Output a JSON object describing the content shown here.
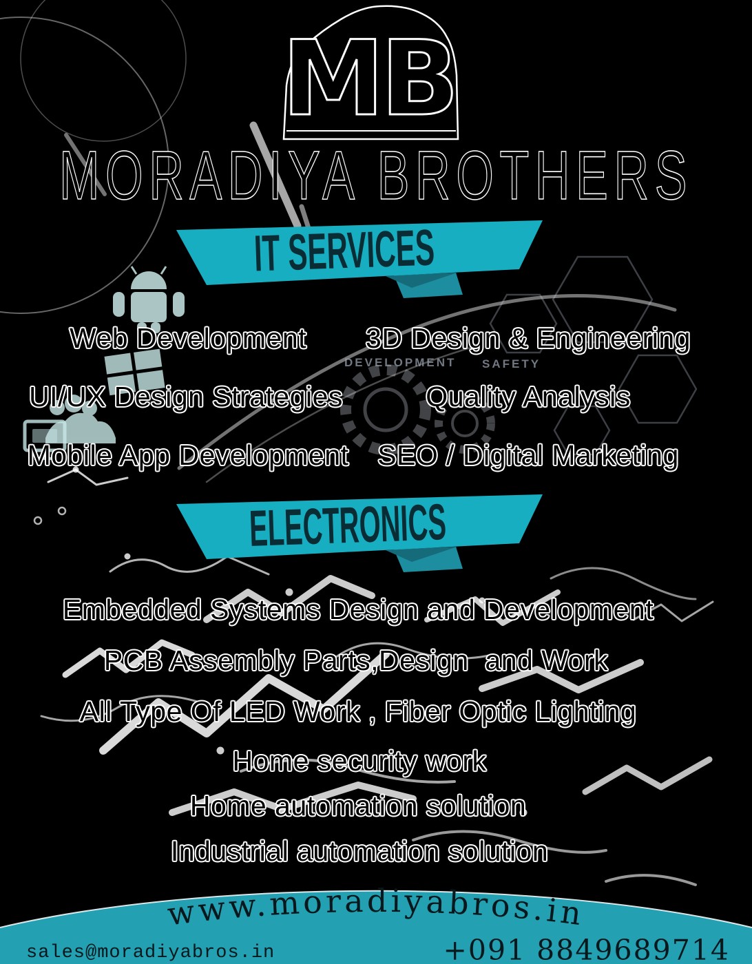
{
  "poster": {
    "logo": {
      "text": "MB"
    },
    "brand_name": "MORADIYA BROTHERS",
    "it_services": {
      "title": "IT SERVICES",
      "rows": [
        {
          "left": "Web Development",
          "right": "3D Design & Engineering"
        },
        {
          "left": "UI/UX Design Strategies",
          "right": "Quality Analysis"
        },
        {
          "left": "Mobile App Development",
          "right": "SEO / Digital Marketing"
        }
      ]
    },
    "electronics": {
      "title": "ELECTRONICS",
      "items": [
        "Embedded Systems Design and Development",
        "PCB Assembly Parts,Design  and Work",
        "All Type Of LED Work , Fiber Optic Lighting",
        "Home security work",
        "Home automation solution",
        "Industrial automation solution"
      ]
    },
    "footer": {
      "website": "www.moradiyabros.in",
      "email": "sales@moradiyabros.in",
      "phone": "+091 8849689714"
    },
    "background_words": {
      "word1": "DEVELOPMENT",
      "word2": "SAFETY"
    },
    "background_icon_names": [
      "android-icon",
      "windows-icon",
      "team-icon",
      "monitor-icon",
      "gears-icon",
      "hexagon-pattern-icon",
      "circuit-doodles-icon"
    ],
    "colors": {
      "background": "#000000",
      "ribbon_teal": "#17aec2",
      "ribbon_tail": "#1d8ea0",
      "ribbon_fold_dark": "#156b7a",
      "ribbon_text": "#0a2c34",
      "footer_teal": "#23a0b1",
      "text_black": "#000000",
      "outline_white": "#ffffff",
      "pale_icon_teal": "#c9e8e8"
    }
  }
}
